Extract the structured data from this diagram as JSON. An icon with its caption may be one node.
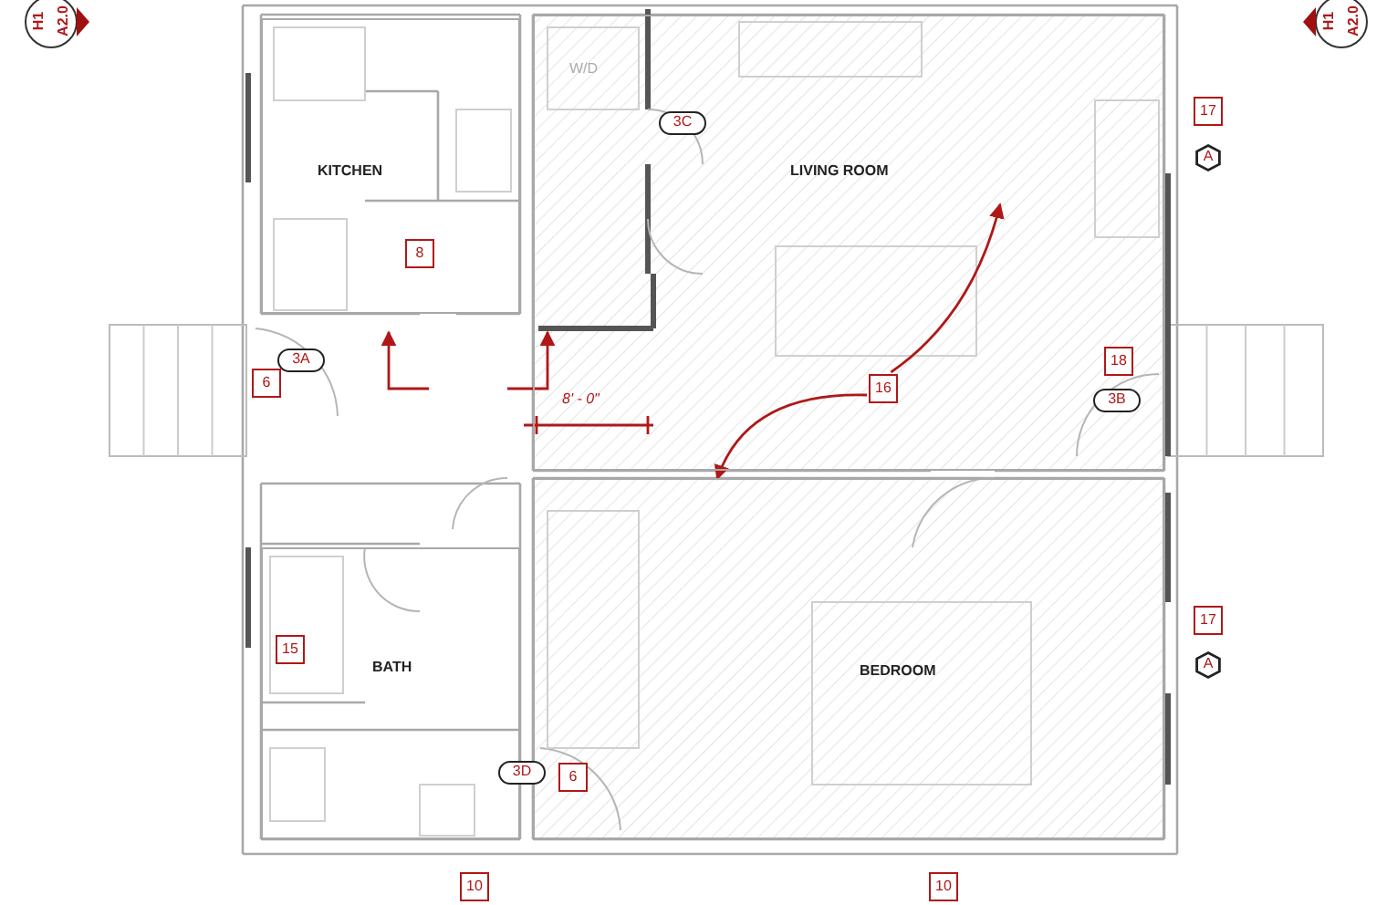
{
  "diagram": {
    "nodes": [
      {
        "text": [
          "H1",
          "A2.0"
        ]
      },
      {
        "text": [
          "H1",
          "A2.0"
        ]
      },
      {
        "text": [
          "KITCHEN"
        ]
      },
      {
        "text": [
          "8"
        ],
        "in": 2
      },
      {
        "text": [
          "LIVING ROOM"
        ]
      },
      {
        "text": [
          "3C"
        ],
        "in": 4
      },
      {
        "text": [
          "16"
        ],
        "in": 4
      },
      {
        "text": [
          "18"
        ],
        "in": 4
      },
      {
        "text": [
          "3B"
        ],
        "in": 4
      },
      {
        "text": [
          "17"
        ]
      },
      {
        "text": [
          "A"
        ]
      },
      {
        "text": [
          "3A"
        ]
      },
      {
        "text": [
          "6"
        ]
      },
      {
        "text": [
          "BATH"
        ]
      },
      {
        "text": [
          "15"
        ],
        "in": 13
      },
      {
        "text": [
          "BEDROOM"
        ]
      },
      {
        "text": [
          "6"
        ],
        "in": 15
      },
      {
        "text": [
          "3D"
        ]
      },
      {
        "text": [
          "17"
        ]
      },
      {
        "text": [
          "A"
        ]
      },
      {
        "text": [
          "10"
        ]
      },
      {
        "text": [
          "10"
        ]
      }
    ],
    "edges": [
      {
        "from": 6,
        "to": 4,
        "arrow": "to"
      },
      {
        "from": 6,
        "to": 15,
        "arrow": "to"
      }
    ],
    "labels": [
      "W/D",
      "8' - 0\""
    ]
  }
}
